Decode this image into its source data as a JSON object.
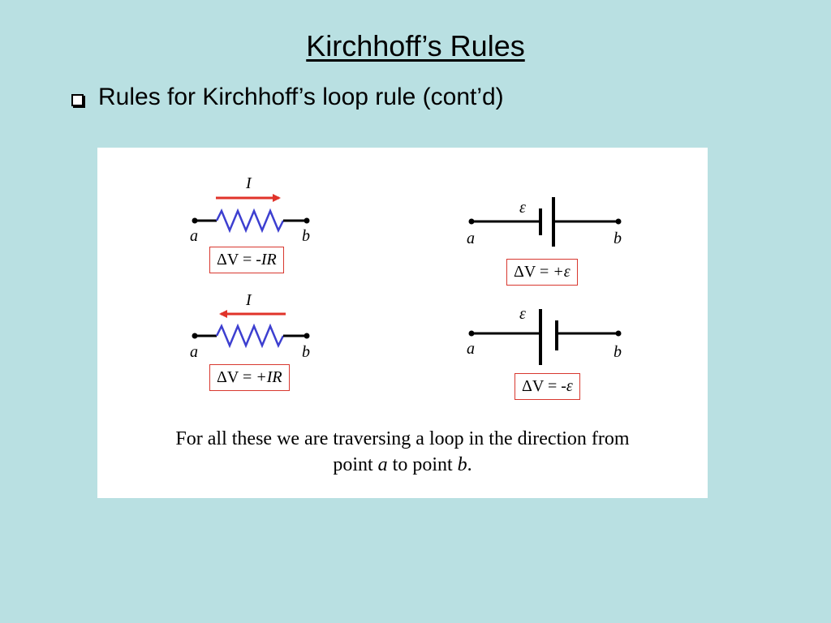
{
  "slide": {
    "title": "Kirchhoff’s Rules",
    "bullet": "Rules for Kirchhoff’s loop rule (cont’d)"
  },
  "figure": {
    "current_symbol": "I",
    "emf_symbol": "ε",
    "point_a": "a",
    "point_b": "b",
    "equations": {
      "resistor_with_current": {
        "lhs": "ΔV",
        "eq": " = ",
        "rhs": "-IR"
      },
      "resistor_against_current": {
        "lhs": "ΔV",
        "eq": " = ",
        "rhs": "+IR"
      },
      "battery_low_to_high": {
        "lhs": "ΔV",
        "eq": " = ",
        "rhs": "+ε"
      },
      "battery_high_to_low": {
        "lhs": "ΔV",
        "eq": " = ",
        "rhs": "-ε"
      }
    },
    "caption": {
      "line1": "For all these we are traversing a loop in the direction from",
      "part1": "point ",
      "a": "a",
      "part2": " to point ",
      "b": "b",
      "part3": "."
    },
    "colors": {
      "arrow": "#e0332a",
      "resistor": "#3d3fd0",
      "box_border": "#d8382f",
      "wire": "#000000"
    }
  }
}
